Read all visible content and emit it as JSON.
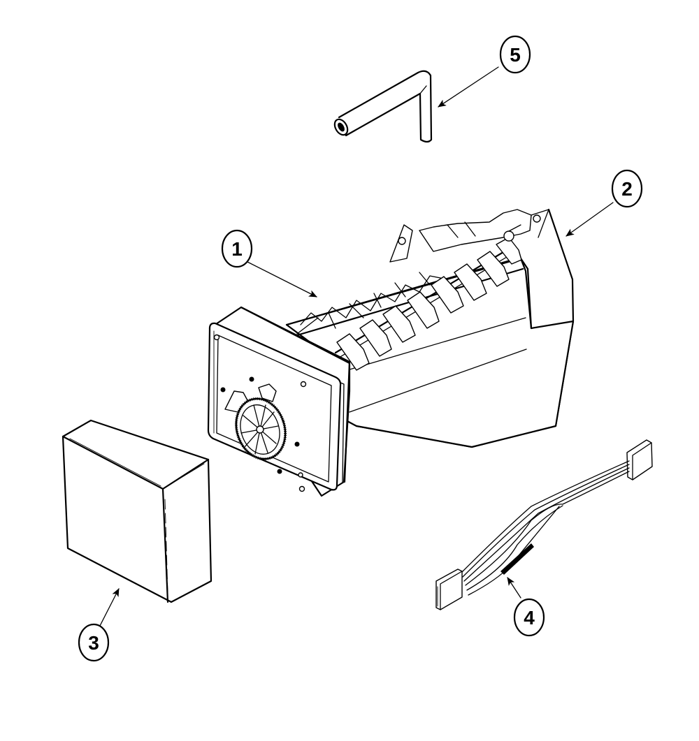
{
  "diagram": {
    "type": "exploded-parts-diagram",
    "subject": "Ice maker assembly",
    "colors": {
      "line": "#000000",
      "background": "#ffffff"
    },
    "callouts": [
      {
        "id": "callout-1",
        "label": "1",
        "part": "ice-maker-assembly"
      },
      {
        "id": "callout-2",
        "label": "2",
        "part": "shut-off-arm"
      },
      {
        "id": "callout-3",
        "label": "3",
        "part": "cover"
      },
      {
        "id": "callout-4",
        "label": "4",
        "part": "wire-harness"
      },
      {
        "id": "callout-5",
        "label": "5",
        "part": "fill-tube"
      }
    ]
  }
}
